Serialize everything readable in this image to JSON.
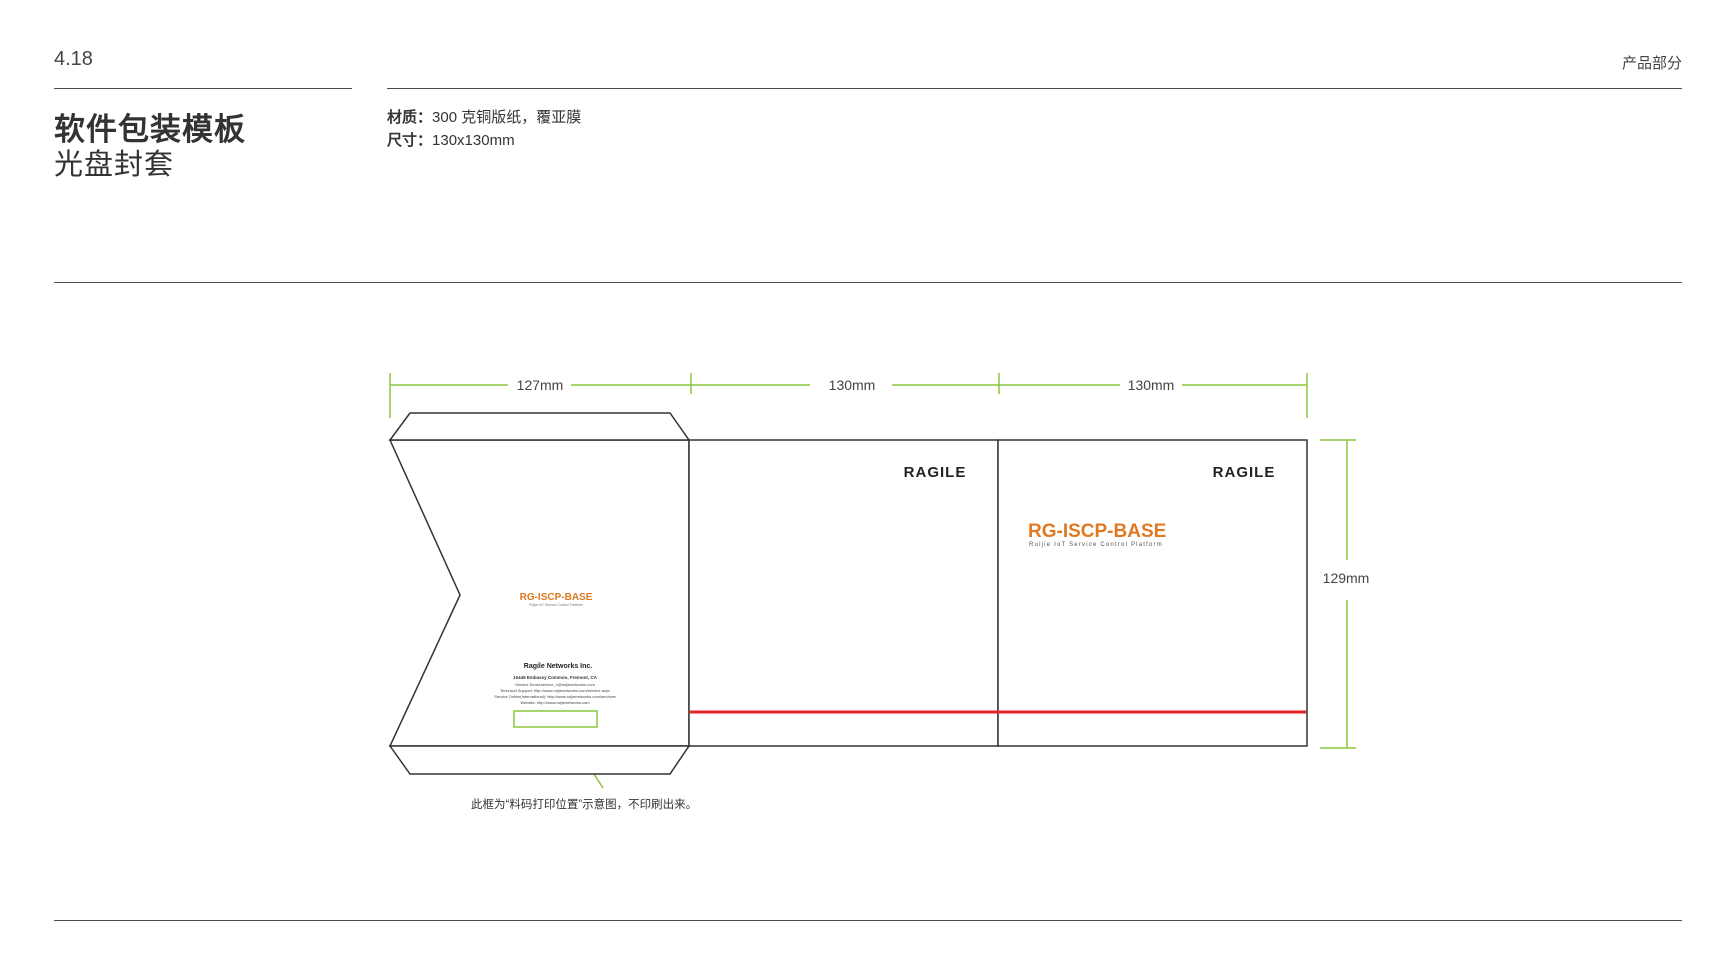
{
  "header": {
    "section_number": "4.18",
    "section_name": "产品部分"
  },
  "title": {
    "main": "软件包装模板",
    "sub": "光盘封套"
  },
  "specs": {
    "material_label": "材质：",
    "material_value": "300 克铜版纸，覆亚膜",
    "size_label": "尺寸：",
    "size_value": "130x130mm"
  },
  "dimensions": {
    "flap_width": "127mm",
    "panel_width_1": "130mm",
    "panel_width_2": "130mm",
    "height": "129mm"
  },
  "product": {
    "brand_logo": "RAGILE",
    "name": "RG-ISCP-BASE",
    "tagline": "Ruijie IoT Service Control Platform"
  },
  "back_info": {
    "company": "Ragile Networks Inc.",
    "address": "10449 Embassy Common, Fremont, CA",
    "line1": "Service Email:service_c@ruijienetworks.com",
    "line2": "Technical Support: http://www.ruijienetworks.com/service.aspx",
    "line3": "Service Online(International): http://www.ruijienetworks.com/services",
    "line4": "Website: http://www.ruijienetworks.com"
  },
  "annotation": {
    "note": "此框为“料码打印位置”示意图，不印刷出来。"
  },
  "colors": {
    "dimension_line": "#8cc63f",
    "brand_orange": "#e07a22",
    "fold_line": "#e0242a",
    "outline": "#333333"
  }
}
